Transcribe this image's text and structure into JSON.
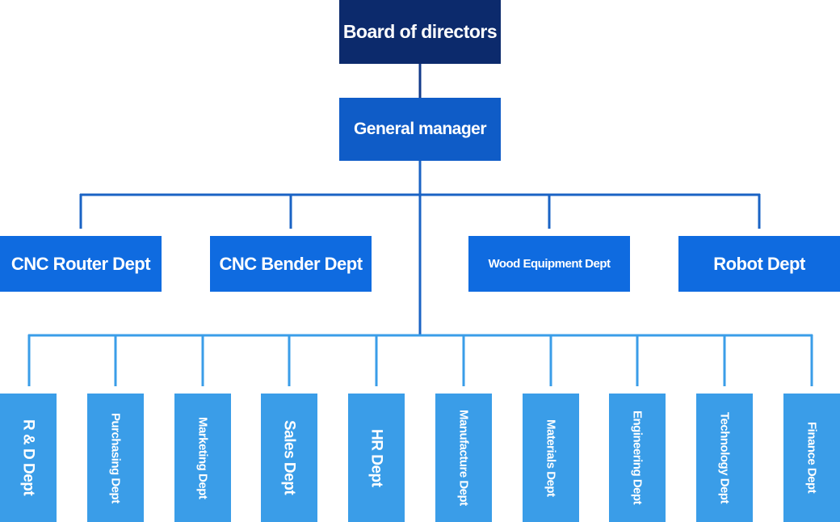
{
  "board": {
    "label": "Board of directors"
  },
  "manager": {
    "label": "General manager"
  },
  "divisions": [
    {
      "label": "CNC Router Dept"
    },
    {
      "label": "CNC Bender Dept"
    },
    {
      "label": "Wood Equipment Dept"
    },
    {
      "label": "Robot Dept"
    }
  ],
  "departments": [
    {
      "label": "R & D Dept"
    },
    {
      "label": "Purchasing Dept"
    },
    {
      "label": "Marketing Dept"
    },
    {
      "label": "Sales Dept"
    },
    {
      "label": "HR Dept"
    },
    {
      "label": "Manufacture Dept"
    },
    {
      "label": "Materials Dept"
    },
    {
      "label": "Engineering Dept"
    },
    {
      "label": "Technology Dept"
    },
    {
      "label": "Finance Dept"
    }
  ],
  "colors": {
    "board": "#0c2a6c",
    "manager": "#0f5cc7",
    "division": "#0f6be0",
    "department": "#3a9de8",
    "connector_dark": "#0f4fa8",
    "connector_light": "#3a9de8"
  }
}
